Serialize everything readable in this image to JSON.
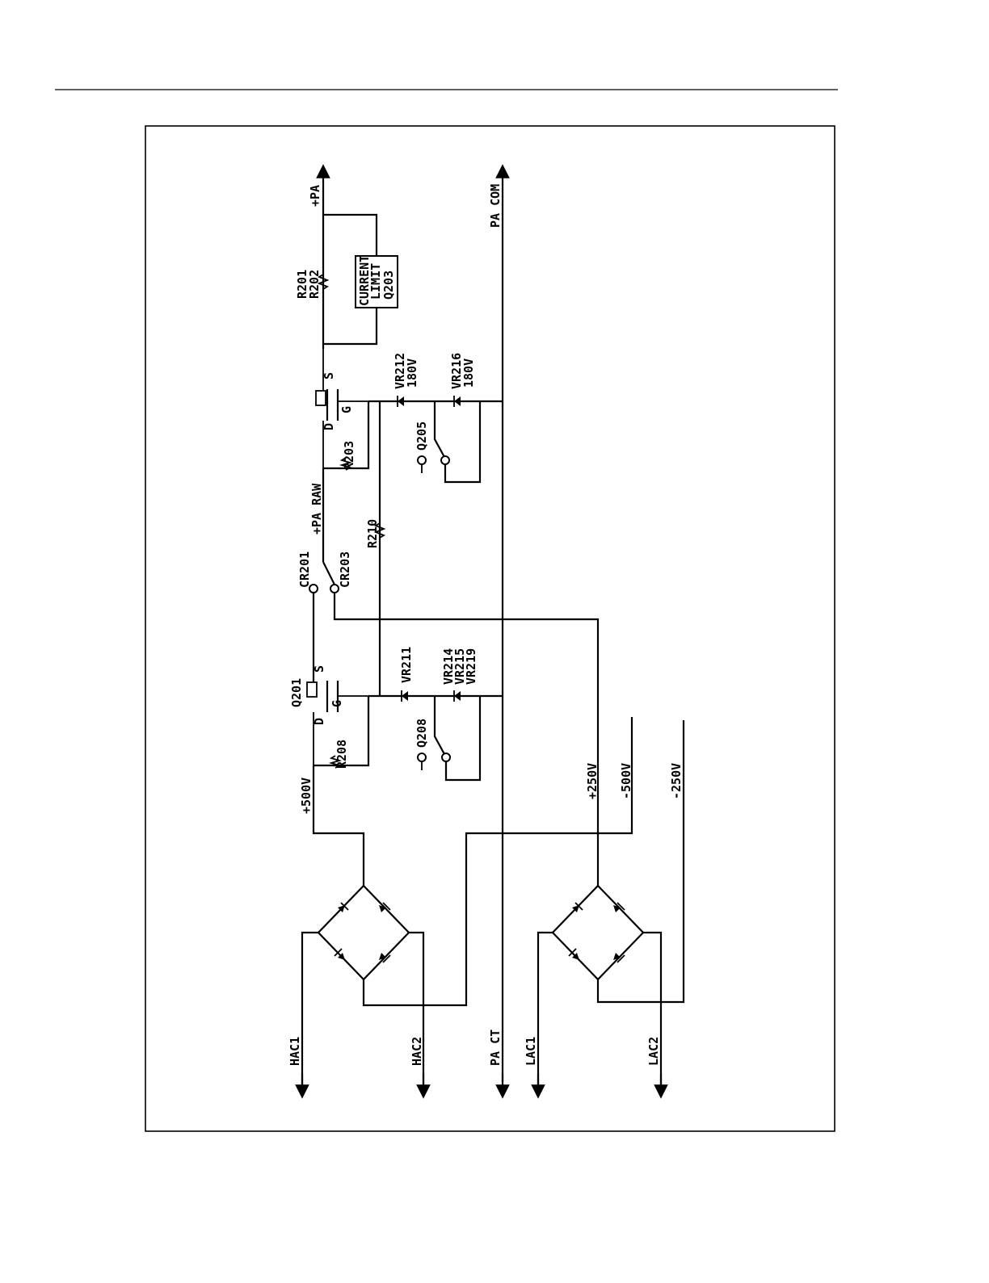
{
  "signals": {
    "pa": "+PA",
    "pa_com": "PA COM",
    "pa_raw": "+PA RAW",
    "hac1": "HAC1",
    "hac2": "HAC2",
    "pa_ct": "PA CT",
    "lac1": "LAC1",
    "lac2": "LAC2",
    "p500v": "+500V",
    "p250v": "+250V",
    "m500v": "-500V",
    "m250v": "-250V"
  },
  "components": {
    "r201_r202": [
      "R201",
      "R202"
    ],
    "current_limit": [
      "CURRENT",
      "LIMIT",
      "Q203"
    ],
    "vr212": [
      "VR212",
      "180V"
    ],
    "vr216": [
      "VR216",
      "180V"
    ],
    "q205": "Q205",
    "r203": "R203",
    "r210": "R210",
    "cr201": "CR201",
    "cr203": "CR203",
    "q201": "Q201",
    "vr211": "VR211",
    "vr214_215_219": [
      "VR214",
      "VR215",
      "VR219"
    ],
    "q208": "Q208",
    "r208": "R208",
    "pin_d": "D",
    "pin_g": "G",
    "pin_s": "S"
  }
}
